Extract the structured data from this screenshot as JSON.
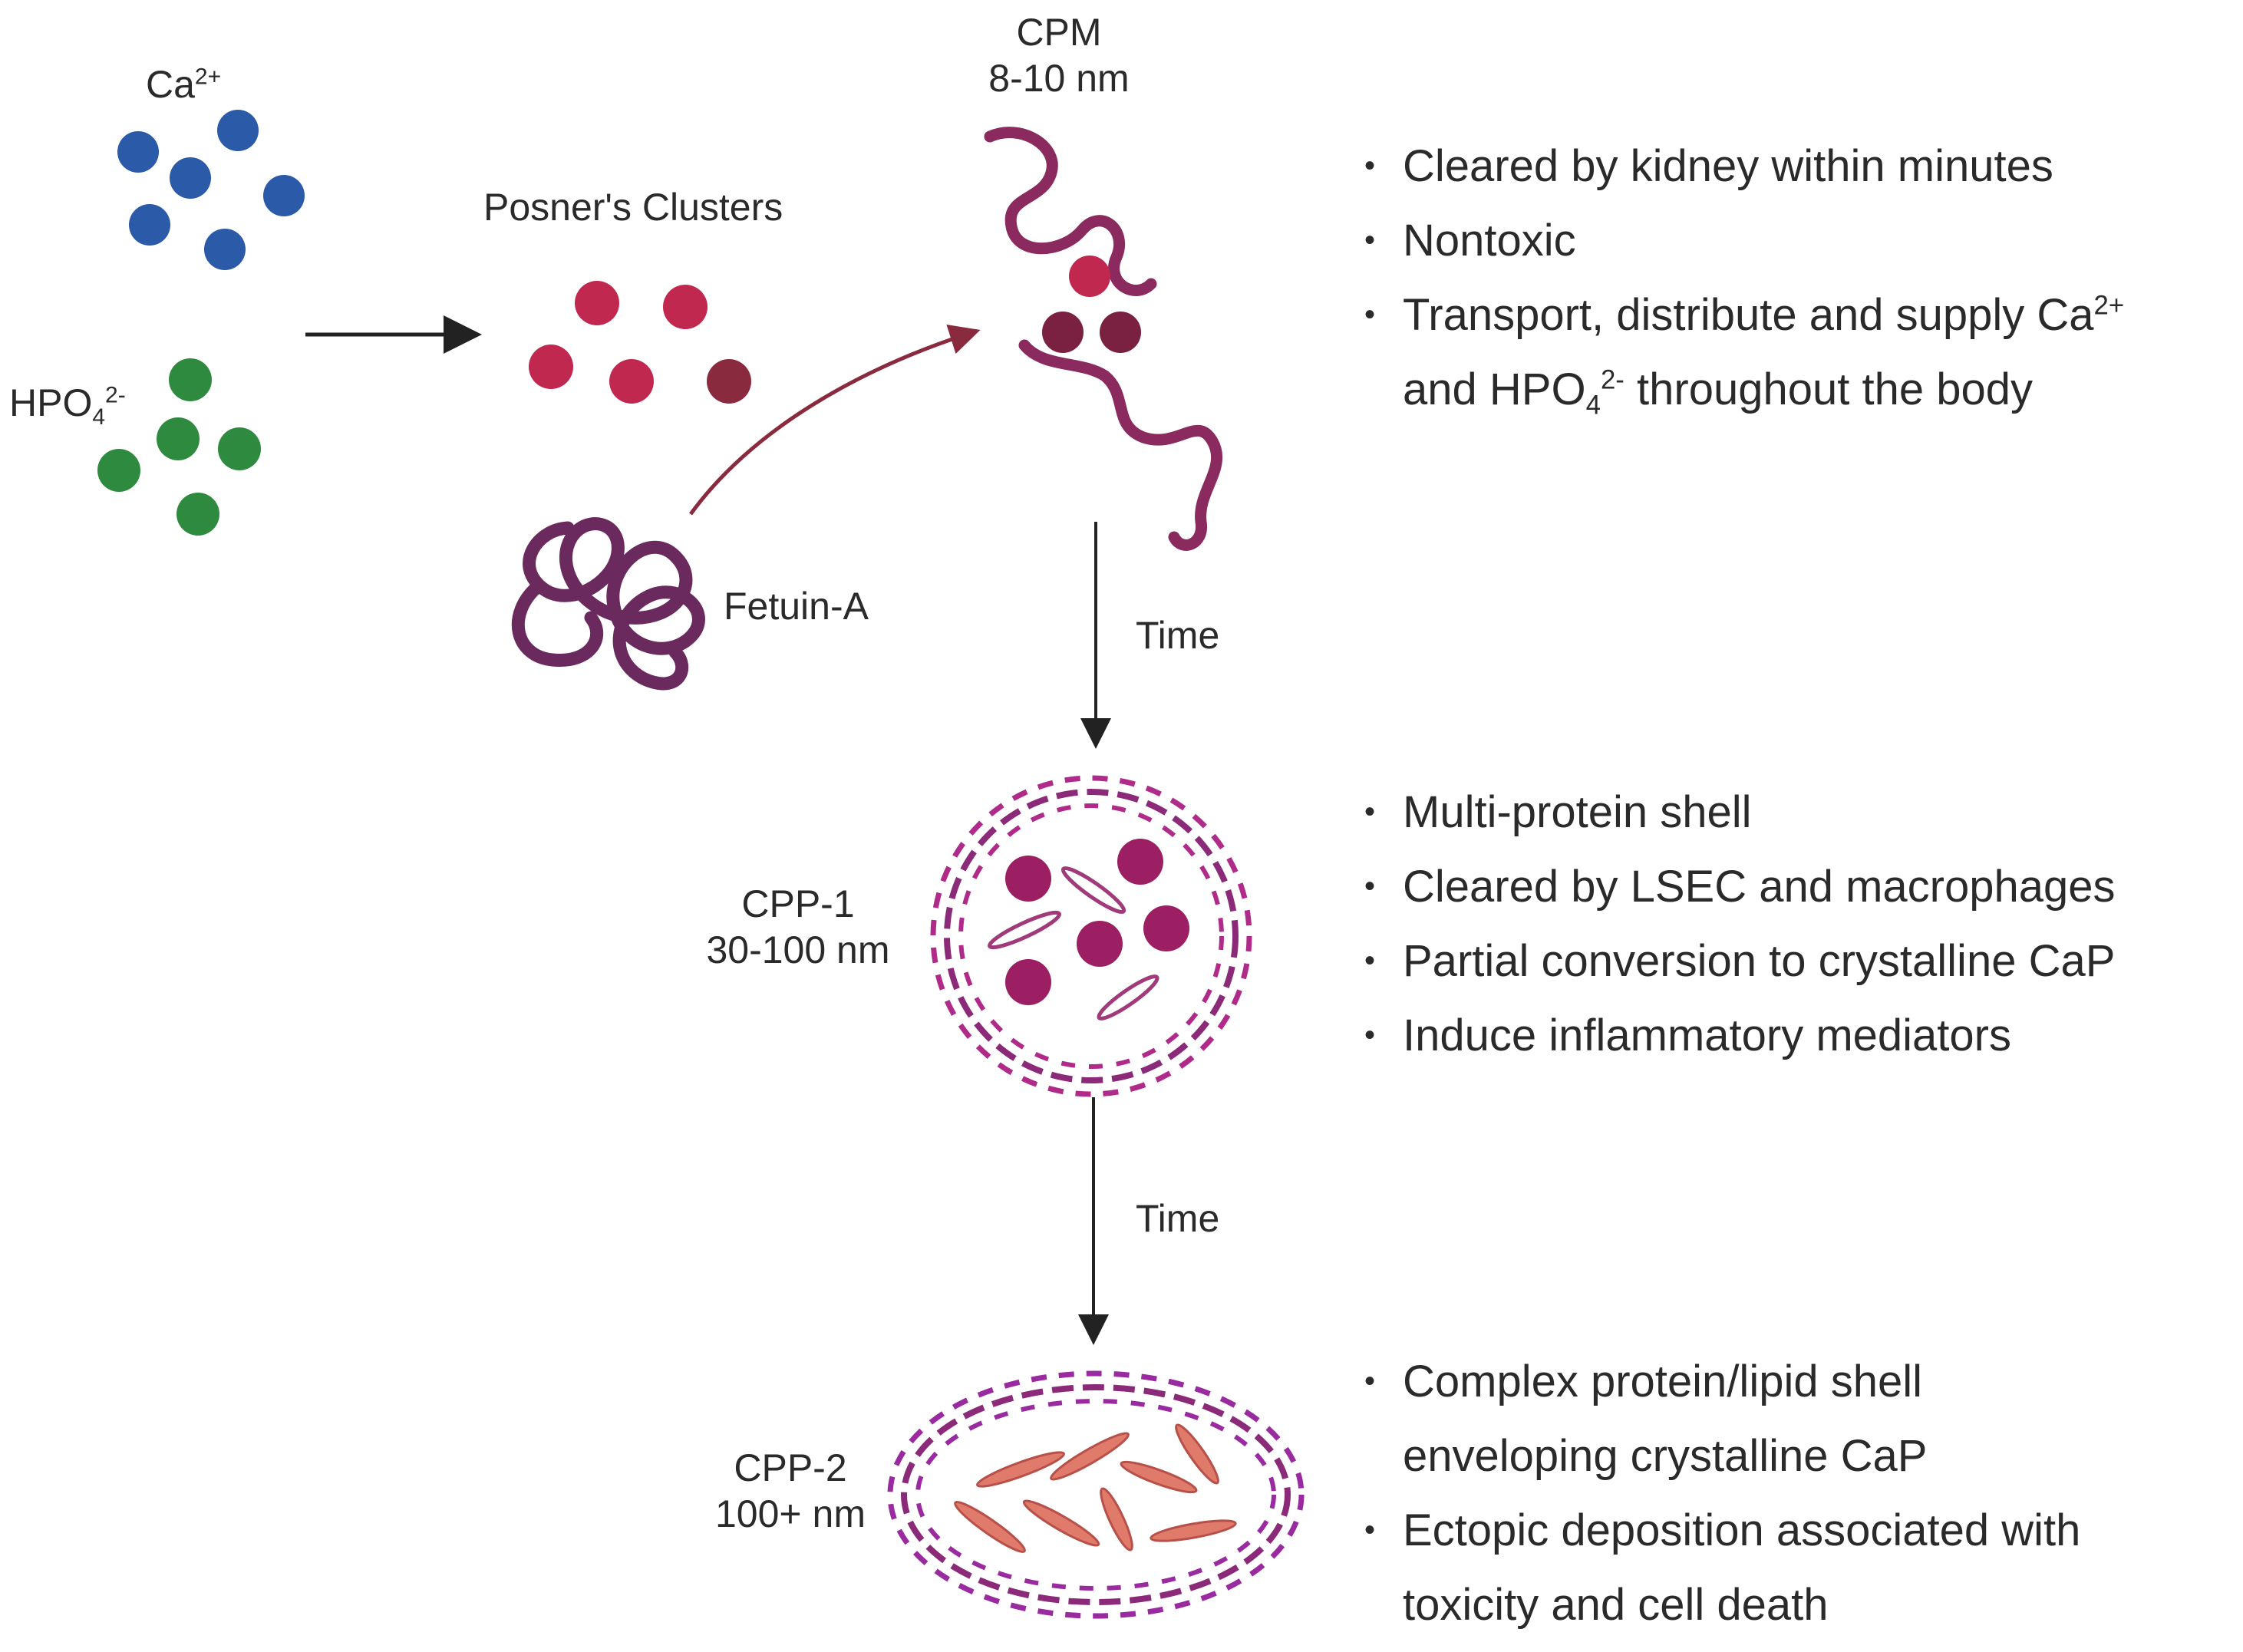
{
  "ions": {
    "calcium": {
      "base": "Ca",
      "charge": "2+",
      "color": "#2a5aa8"
    },
    "phosphate": {
      "base": "HPO",
      "sub": "4",
      "charge": "2-",
      "color": "#2e8a3e"
    }
  },
  "posners": {
    "label": "Posner's Clusters",
    "color": "#c0284f"
  },
  "fetuin": {
    "label": "Fetuin-A",
    "color": "#6b2a5e"
  },
  "cpm": {
    "name": "CPM",
    "size": "8-10 nm",
    "bullets": [
      "Cleared by kidney within minutes",
      "Nontoxic",
      "Transport, distribute and supply Ca2+ and HPO42- throughout the body"
    ],
    "bullet3_parts": {
      "line1": "Transport, distribute and supply Ca",
      "charge1": "2+",
      "line2a": "and HPO",
      "sub": "4",
      "charge2": "2-",
      "line2b": " throughout the body"
    }
  },
  "time_labels": [
    "Time",
    "Time"
  ],
  "cpp1": {
    "name": "CPP-1",
    "size": "30-100 nm",
    "bullets": [
      "Multi-protein shell",
      "Cleared by LSEC and macrophages",
      "Partial conversion to crystalline CaP",
      "Induce inflammatory mediators"
    ]
  },
  "cpp2": {
    "name": "CPP-2",
    "size": "100+ nm",
    "bullets": [
      "Complex protein/lipid shell",
      "enveloping crystalline CaP",
      "Ectopic deposition associated with",
      "toxicity and cell death"
    ]
  },
  "colors": {
    "shell": "#8a2a78",
    "crystal": "#e07a6a",
    "particle": "#9b1f62"
  }
}
